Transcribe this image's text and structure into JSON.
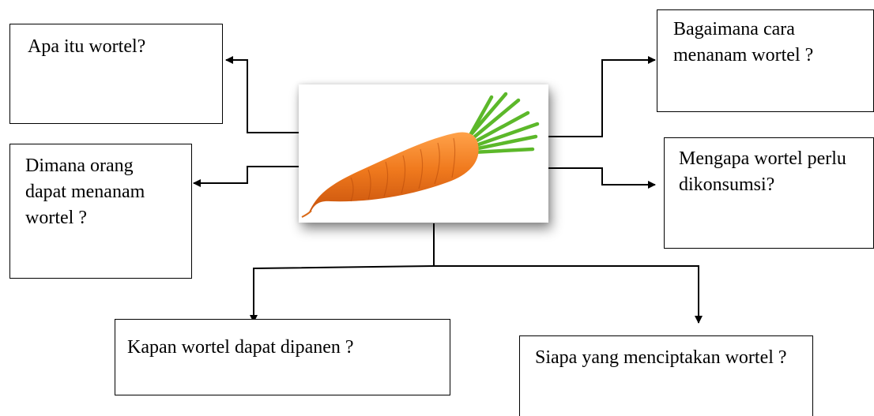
{
  "questions": {
    "q_what": "Apa itu wortel?",
    "q_where": "Dimana orang dapat menanam wortel ?",
    "q_how": "Bagaimana cara menanam wortel ?",
    "q_why": "Mengapa wortel perlu dikonsumsi?",
    "q_when": "Kapan wortel dapat dipanen ?",
    "q_who": "Siapa yang menciptakan wortel ?"
  },
  "central_image": {
    "subject": "carrot-icon",
    "colors": {
      "root": "#f07a1e",
      "root_shade": "#c8520c",
      "greens": "#5cb82a"
    }
  },
  "colors": {
    "line": "#000000",
    "text": "#000000",
    "background": "#ffffff"
  }
}
